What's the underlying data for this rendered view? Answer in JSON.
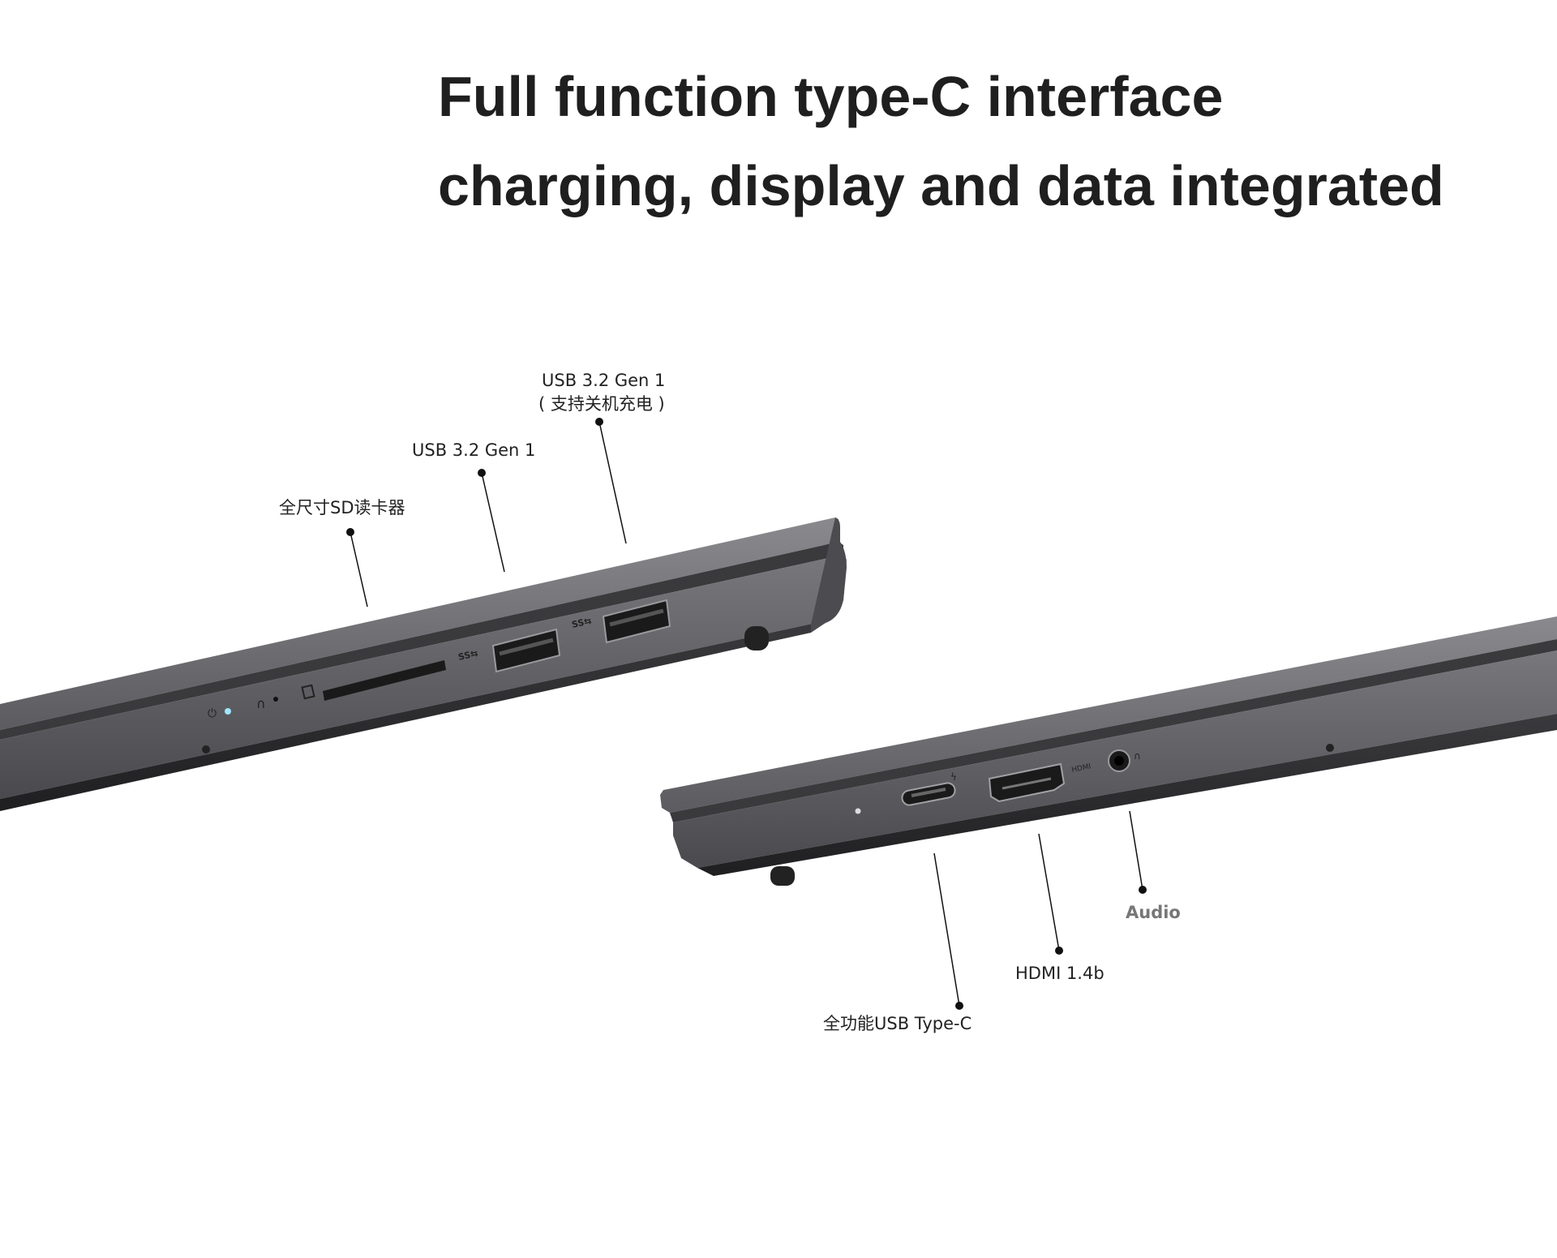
{
  "headline": {
    "line1": "Full function type-C interface",
    "line2": "charging, display and data integrated"
  },
  "left_laptop": {
    "callouts": {
      "sd_reader": "全尺寸SD读卡器",
      "usb_a_1": "USB 3.2 Gen 1",
      "usb_a_2_line1": "USB 3.2 Gen 1",
      "usb_a_2_line2": "( 支持关机充电 )"
    },
    "port_marks": {
      "usb1_logo": "SS⇆",
      "usb2_logo": "SS⇆"
    }
  },
  "right_laptop": {
    "callouts": {
      "usb_c": "全功能USB Type-C",
      "hdmi": "HDMI 1.4b",
      "audio": "Audio"
    },
    "port_marks": {
      "hdmi_label": "HDMI"
    }
  },
  "colors": {
    "headline": "#1f1f1f",
    "chassis_top": "#6e6e72",
    "chassis_edge": "#55555a",
    "chassis_dark": "#2d2d30",
    "port": "#1a1a1a",
    "label": "#222222",
    "label_muted": "#777777",
    "led": "#9fe6ff"
  }
}
